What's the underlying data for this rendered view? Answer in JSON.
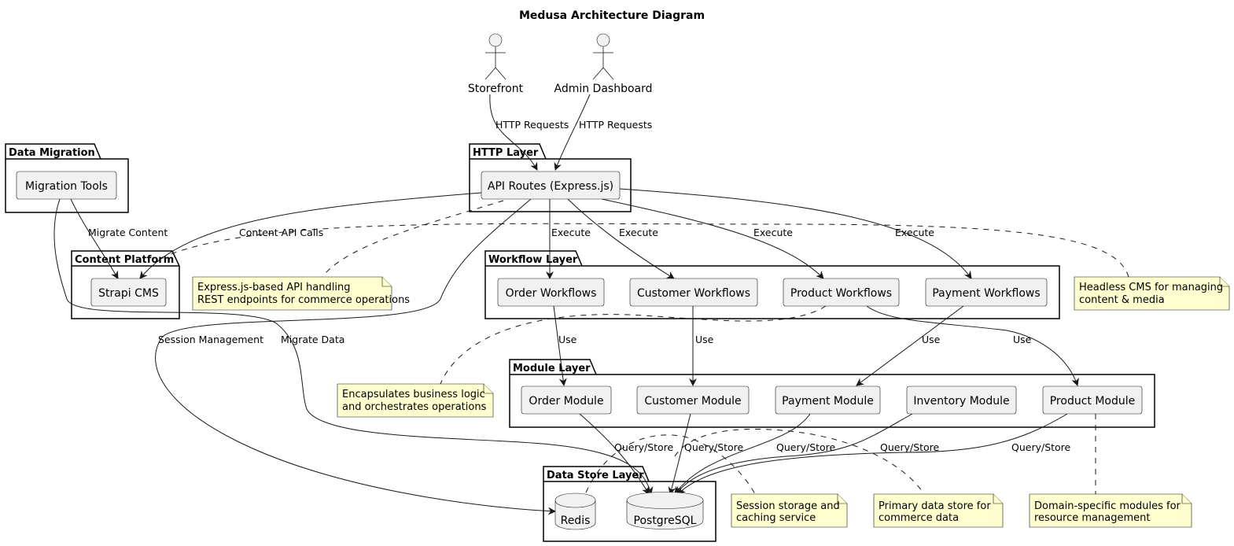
{
  "title": "Medusa Architecture Diagram",
  "actors": {
    "storefront": "Storefront",
    "admin": "Admin Dashboard"
  },
  "packages": {
    "data_migration": "Data Migration",
    "http_layer": "HTTP Layer",
    "content_platform": "Content Platform",
    "workflow_layer": "Workflow Layer",
    "module_layer": "Module Layer",
    "data_store_layer": "Data Store Layer"
  },
  "nodes": {
    "migration_tools": "Migration Tools",
    "api_routes": "API Routes (Express.js)",
    "strapi": "Strapi CMS",
    "order_workflows": "Order Workflows",
    "customer_workflows": "Customer Workflows",
    "product_workflows": "Product Workflows",
    "payment_workflows": "Payment Workflows",
    "order_module": "Order Module",
    "customer_module": "Customer Module",
    "payment_module": "Payment Module",
    "inventory_module": "Inventory Module",
    "product_module": "Product Module",
    "redis": "Redis",
    "postgresql": "PostgreSQL"
  },
  "edge_labels": {
    "http_requests_storefront": "HTTP Requests",
    "http_requests_admin": "HTTP Requests",
    "migrate_content": "Migrate Content",
    "content_api_calls": "Content API Calls",
    "execute_order": "Execute",
    "execute_customer": "Execute",
    "execute_product": "Execute",
    "execute_payment": "Execute",
    "session_management": "Session Management",
    "migrate_data": "Migrate Data",
    "use_order": "Use",
    "use_customer": "Use",
    "use_payment": "Use",
    "use_product": "Use",
    "query_order": "Query/Store",
    "query_customer": "Query/Store",
    "query_payment": "Query/Store",
    "query_inventory": "Query/Store",
    "query_product": "Query/Store"
  },
  "notes": {
    "express": [
      "Express.js-based API handling",
      "REST endpoints for commerce operations"
    ],
    "cms": [
      "Headless CMS for managing",
      "content & media"
    ],
    "workflows": [
      "Encapsulates business logic",
      "and orchestrates operations"
    ],
    "redis": [
      "Session storage and",
      "caching service"
    ],
    "postgres": [
      "Primary data store for",
      "commerce data"
    ],
    "modules": [
      "Domain-specific modules for",
      "resource management"
    ]
  }
}
